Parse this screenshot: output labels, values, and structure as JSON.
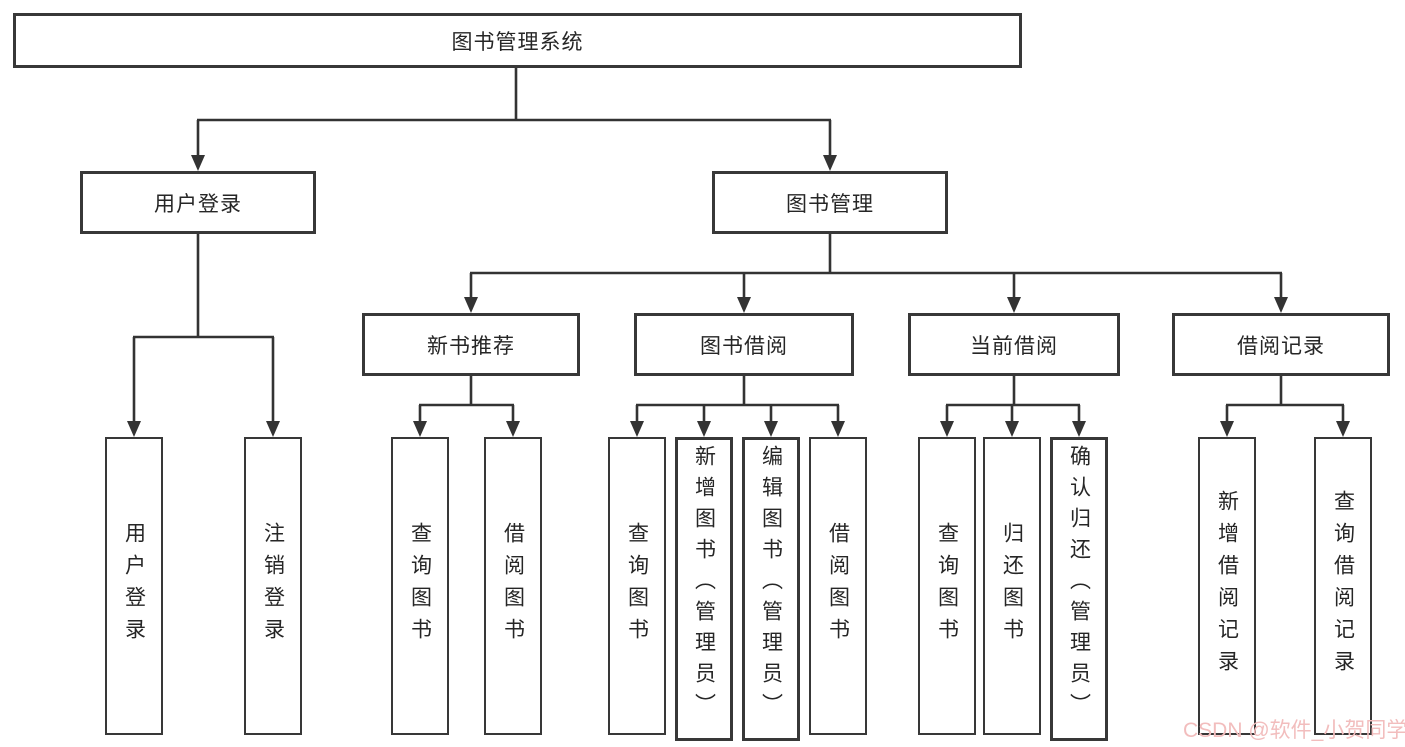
{
  "diagram": {
    "type": "tree",
    "root": {
      "label": "图书管理系统"
    },
    "level2": {
      "user_login": {
        "label": "用户登录"
      },
      "book_management": {
        "label": "图书管理"
      }
    },
    "level3": {
      "new_book_recommend": {
        "label": "新书推荐"
      },
      "book_borrow": {
        "label": "图书借阅"
      },
      "current_borrow": {
        "label": "当前借阅"
      },
      "borrow_records": {
        "label": "借阅记录"
      }
    },
    "leaves": {
      "user_login": {
        "label": "用户登录",
        "parent": "用户登录"
      },
      "logout": {
        "label": "注销登录",
        "parent": "用户登录"
      },
      "recommend_query_books": {
        "label": "查询图书",
        "parent": "新书推荐"
      },
      "recommend_borrow_books": {
        "label": "借阅图书",
        "parent": "新书推荐"
      },
      "borrow_query_books": {
        "label": "查询图书",
        "parent": "图书借阅"
      },
      "borrow_add_books": {
        "label": "新增图书（管理员）",
        "parent": "图书借阅"
      },
      "borrow_edit_books": {
        "label": "编辑图书（管理员）",
        "parent": "图书借阅"
      },
      "borrow_borrow_books": {
        "label": "借阅图书",
        "parent": "图书借阅"
      },
      "current_query_books": {
        "label": "查询图书",
        "parent": "当前借阅"
      },
      "current_return_books": {
        "label": "归还图书",
        "parent": "当前借阅"
      },
      "current_confirm_return": {
        "label": "确认归还（管理员）",
        "parent": "当前借阅"
      },
      "records_add_record": {
        "label": "新增借阅记录",
        "parent": "借阅记录"
      },
      "records_query_record": {
        "label": "查询借阅记录",
        "parent": "借阅记录"
      }
    }
  },
  "watermark": {
    "text": "CSDN @软件_小贺同学"
  },
  "colors": {
    "line": "#333333",
    "border": "#383838",
    "text": "#262626",
    "background": "#ffffff",
    "watermark": "#f2bdbd"
  }
}
